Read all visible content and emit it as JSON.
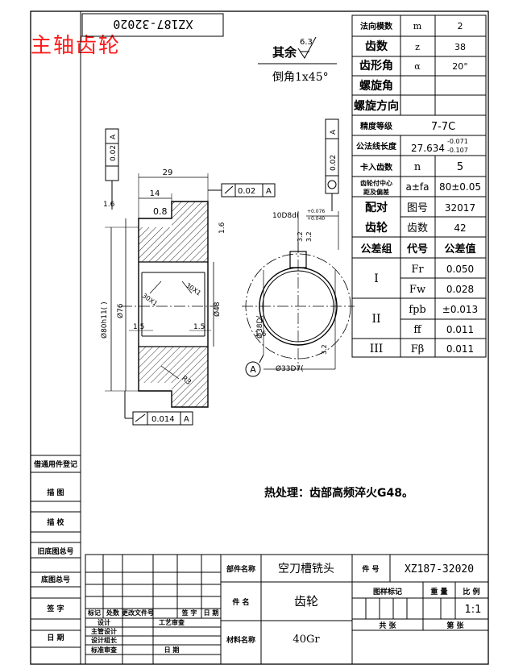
{
  "title_red": "主轴齿轮",
  "drawing_no_box": "XZ187-32020",
  "finish": {
    "label": "其余",
    "roughness": "6.3",
    "chamfer": "倒角1x45°"
  },
  "gear_params": [
    {
      "name": "法向模数",
      "symbol": "m",
      "value": "2"
    },
    {
      "name": "齿数",
      "symbol": "z",
      "value": "38"
    },
    {
      "name": "齿形角",
      "symbol": "α",
      "value": "20°"
    },
    {
      "name": "螺旋角",
      "symbol": "",
      "value": ""
    },
    {
      "name": "螺旋方向",
      "symbol": "",
      "value": ""
    }
  ],
  "accuracy": {
    "name": "精度等级",
    "value": "7-7C"
  },
  "common_normal": {
    "name": "公法线长度",
    "base": "27.634",
    "upper": "-0.071",
    "lower": "-0.107"
  },
  "span_teeth": {
    "name": "卡入齿数",
    "symbol": "n",
    "value": "5"
  },
  "center_distance": {
    "name1": "齿轮付中心",
    "name2": "距及偏差",
    "symbol": "a±fa",
    "value": "80±0.05"
  },
  "mating": {
    "label1": "配对",
    "label2": "齿轮",
    "fig_label": "图号",
    "fig_value": "32017",
    "teeth_label": "齿数",
    "teeth_value": "42"
  },
  "tolerance_head": {
    "group": "公差组",
    "code": "代号",
    "value": "公差值"
  },
  "tolerances": [
    {
      "group": "I",
      "code": "Fr",
      "value": "0.050"
    },
    {
      "group": "",
      "code": "Fw",
      "value": "0.028"
    },
    {
      "group": "II",
      "code": "fpb",
      "value": "±0.013"
    },
    {
      "group": "",
      "code": "ff",
      "value": "0.011"
    },
    {
      "group": "III",
      "code": "Fβ",
      "value": "0.011"
    }
  ],
  "dims": {
    "d29": "29",
    "d14": "14",
    "d08": "0.8",
    "d16a": "1.6",
    "d16b": "1.6",
    "d16c": "1.6",
    "tol_perp": "0.02",
    "tol_perp_ref": "A",
    "tol_sym": "0.02",
    "tol_sym_ref": "A",
    "tol_runout": "0.014",
    "tol_runout_ref": "A",
    "tol_left": "0.02",
    "tol_left_ref": "A",
    "outer": "Ø80h11(  )",
    "d76": "Ø76",
    "d48": "Ø48",
    "chamfer1": "30X1",
    "chamfer2": "30X1",
    "d15a": "1.5",
    "d15b": "1.5",
    "r3": "R3",
    "key": "10D8d(",
    "key_tol1": "+0.076",
    "key_tol2": "+0.040",
    "bore": "Ø38D(",
    "bore2": "Ø33D7(",
    "r32a": "3.2",
    "r32b": "3.2",
    "r32c": "3.2",
    "datum": "A"
  },
  "heat_treat": "热处理：齿部高频淬火G48。",
  "left_labels": [
    "借通用件登记",
    "描   图",
    "描   校",
    "旧底图总号",
    "底图总号",
    "签   字",
    "日   期"
  ],
  "tb": {
    "part_name_label": "部件名称",
    "part_name": "空刀槽铣头",
    "part_no_label": "件  号",
    "part_no": "XZ187-32020",
    "name_label": "件  名",
    "name": "齿轮",
    "material_label": "材料名称",
    "material": "40Gr",
    "stage_label": "图样标记",
    "weight_label": "重 量",
    "scale_label": "比 例",
    "scale": "1:1",
    "total_label": "共   张",
    "sheet_label": "第   张",
    "rev": [
      "标记",
      "处数",
      "更改文件号",
      "签  字",
      "日  期"
    ],
    "roles": [
      "设计",
      "主管设计",
      "设计组长",
      "标准审查"
    ],
    "roles2": [
      "工艺审查",
      "日  期"
    ]
  }
}
